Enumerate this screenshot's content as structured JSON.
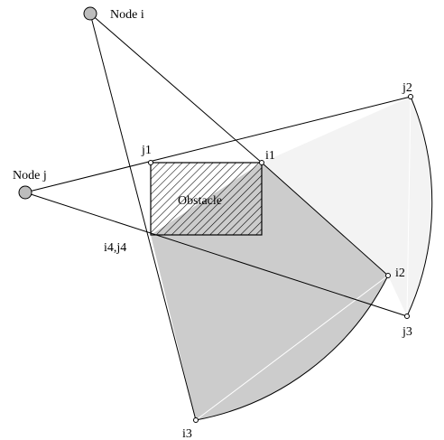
{
  "diagram": {
    "labels": {
      "node_i": "Node i",
      "node_j": "Node j",
      "obstacle": "Obstacle",
      "i1": "i1",
      "i2": "i2",
      "i3": "i3",
      "i4j4": "i4,j4",
      "j1": "j1",
      "j2": "j2",
      "j3": "j3"
    },
    "colors": {
      "dark_region": "#cccccc",
      "light_region": "#f3f3f3",
      "node_fill": "#bdbdbd",
      "stroke": "#000000",
      "hatch": "#000000"
    }
  }
}
